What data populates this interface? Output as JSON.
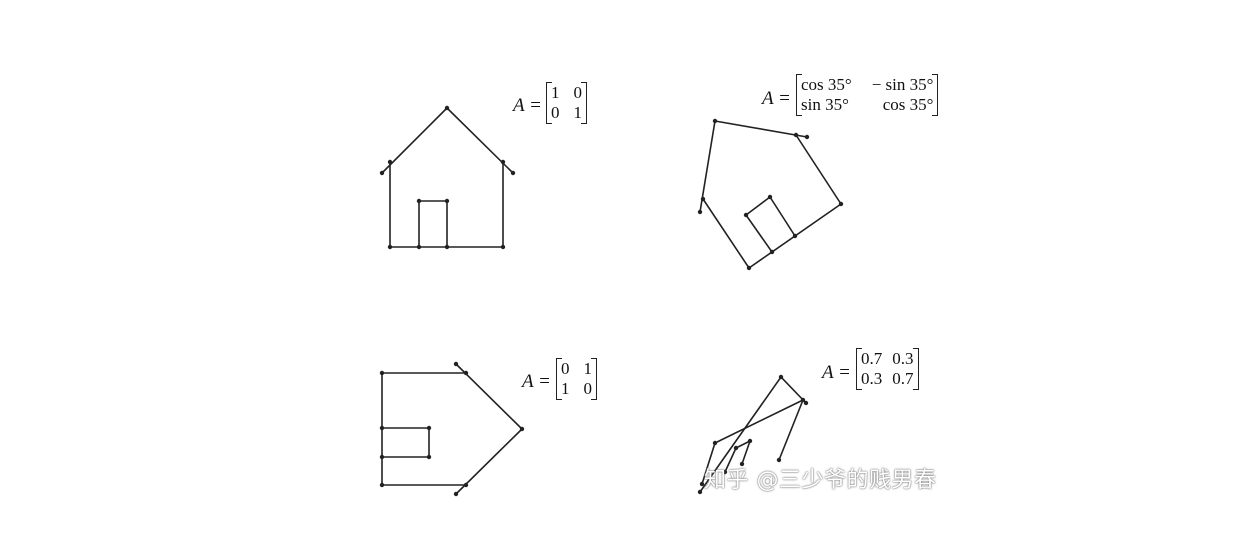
{
  "panels": [
    {
      "label": "A =",
      "matrix": [
        [
          "1",
          "0"
        ],
        [
          "0",
          "1"
        ]
      ]
    },
    {
      "label": "A =",
      "matrix": [
        [
          "cos 35°",
          "− sin 35°"
        ],
        [
          "sin 35°",
          "cos 35°"
        ]
      ]
    },
    {
      "label": "A =",
      "matrix": [
        [
          "0",
          "1"
        ],
        [
          "1",
          "0"
        ]
      ]
    },
    {
      "label": "A =",
      "matrix": [
        [
          "0.7",
          "0.3"
        ],
        [
          "0.3",
          "0.7"
        ]
      ]
    }
  ],
  "watermark": "知乎 @三少爷的贱男春"
}
